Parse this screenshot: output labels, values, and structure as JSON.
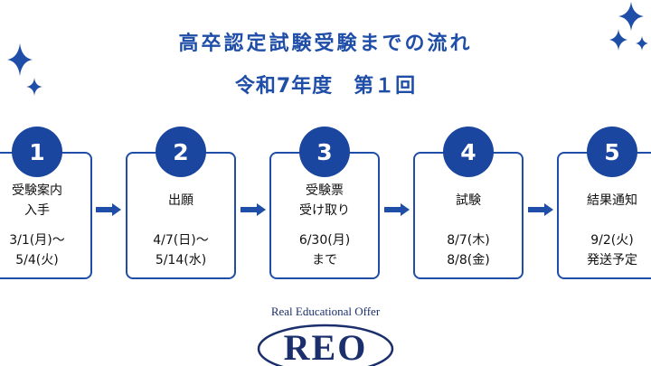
{
  "title": {
    "line1": "高卒認定試験受験までの流れ",
    "line2": "令和7年度　第１回"
  },
  "steps": [
    {
      "number": "1",
      "label": [
        "受験案内",
        "入手"
      ],
      "date": [
        "3/1(月)～",
        "5/4(火)"
      ]
    },
    {
      "number": "2",
      "label": [
        "出願"
      ],
      "date": [
        "4/7(日)～",
        "5/14(水)"
      ]
    },
    {
      "number": "3",
      "label": [
        "受験票",
        "受け取り"
      ],
      "date": [
        "6/30(月)",
        "まで"
      ]
    },
    {
      "number": "4",
      "label": [
        "試験"
      ],
      "date": [
        "8/7(木)",
        "8/8(金)"
      ]
    },
    {
      "number": "5",
      "label": [
        "結果通知"
      ],
      "date": [
        "9/2(火)",
        "発送予定"
      ]
    }
  ],
  "logo": {
    "caption": "Real Educational Offer",
    "mark": "REO"
  },
  "colors": {
    "primary": "#1f4ea8",
    "circle": "#1a46a0",
    "logo": "#1a2f6b"
  }
}
